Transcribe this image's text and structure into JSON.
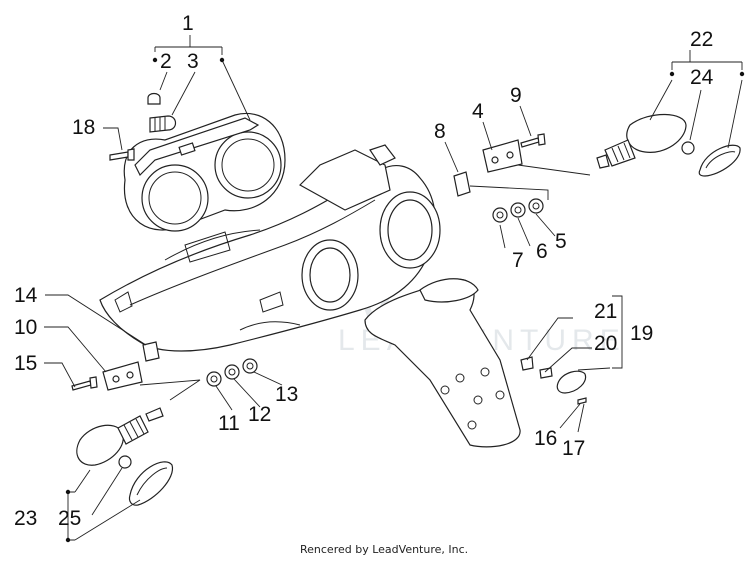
{
  "callouts": [
    "1",
    "2",
    "3",
    "4",
    "5",
    "6",
    "7",
    "8",
    "9",
    "10",
    "11",
    "12",
    "13",
    "14",
    "15",
    "16",
    "17",
    "18",
    "19",
    "20",
    "21",
    "22",
    "23",
    "24",
    "25"
  ],
  "watermark": "LEADVENTURE",
  "footer": "Rencered by LeadVenture, Inc."
}
